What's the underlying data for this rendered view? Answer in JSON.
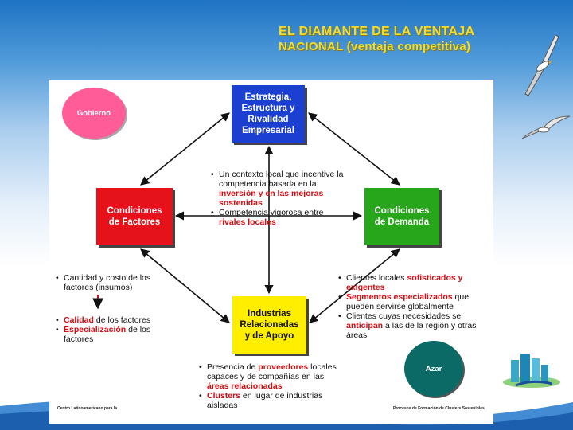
{
  "title": {
    "line1": "EL DIAMANTE DE LA VENTAJA",
    "line2": "NACIONAL (ventaja competitiva)"
  },
  "nodes": {
    "estrategia": "Estrategia,\nEstructura y\nRivalidad\nEmpresarial",
    "factores": "Condiciones\nde Factores",
    "demanda": "Condiciones\nde Demanda",
    "industrias": "Industrias\nRelacionadas\ny de Apoyo",
    "gobierno": "Gobierno",
    "azar": "Azar"
  },
  "center_notes": {
    "item1_plain": "Un contexto local que incentive la competencia basada en la ",
    "item1_red": "inversión y en las mejoras sostenidas",
    "item2_plain": "Competencia vigorosa entre ",
    "item2_red": "rivales locales"
  },
  "factor_notes": {
    "item1": "Cantidad y costo de los factores (insumos)",
    "item2_red": "Calidad",
    "item2_plain": " de los factores",
    "item3_red": "Especialización",
    "item3_plain": " de los factores"
  },
  "demand_notes": {
    "item1_plain": "Clientes locales ",
    "item1_red": "sofisticados y exigentes",
    "item2_red": "Segmentos especializados",
    "item2_plain": " que pueden servirse globalmente",
    "item3_plain_a": "Clientes cuyas necesidades se ",
    "item3_red": "anticipan",
    "item3_plain_b": " a las de la región y otras áreas"
  },
  "industry_notes": {
    "item1_plain_a": "Presencia de ",
    "item1_red_a": "proveedores",
    "item1_plain_b": " locales capaces y de compañías en las ",
    "item1_red_b": "áreas relacionadas",
    "item2_red": "Clusters",
    "item2_plain": " en lugar de industrias aisladas"
  },
  "footer": {
    "left": "Centro Latinoamericano para la",
    "right": "Procesos de Formación de Clusters Sostenibles"
  },
  "colors": {
    "estrategia": "#1a3fd1",
    "factores": "#e5111b",
    "demanda": "#27a61b",
    "industrias": "#ffee00",
    "gobierno": "#ff5c98",
    "azar": "#0b6a66",
    "highlight": "#d90c12",
    "title": "#f2dc2e"
  },
  "icons": [
    "seagull-icon",
    "seagull-small-icon",
    "city-buildings-icon"
  ]
}
